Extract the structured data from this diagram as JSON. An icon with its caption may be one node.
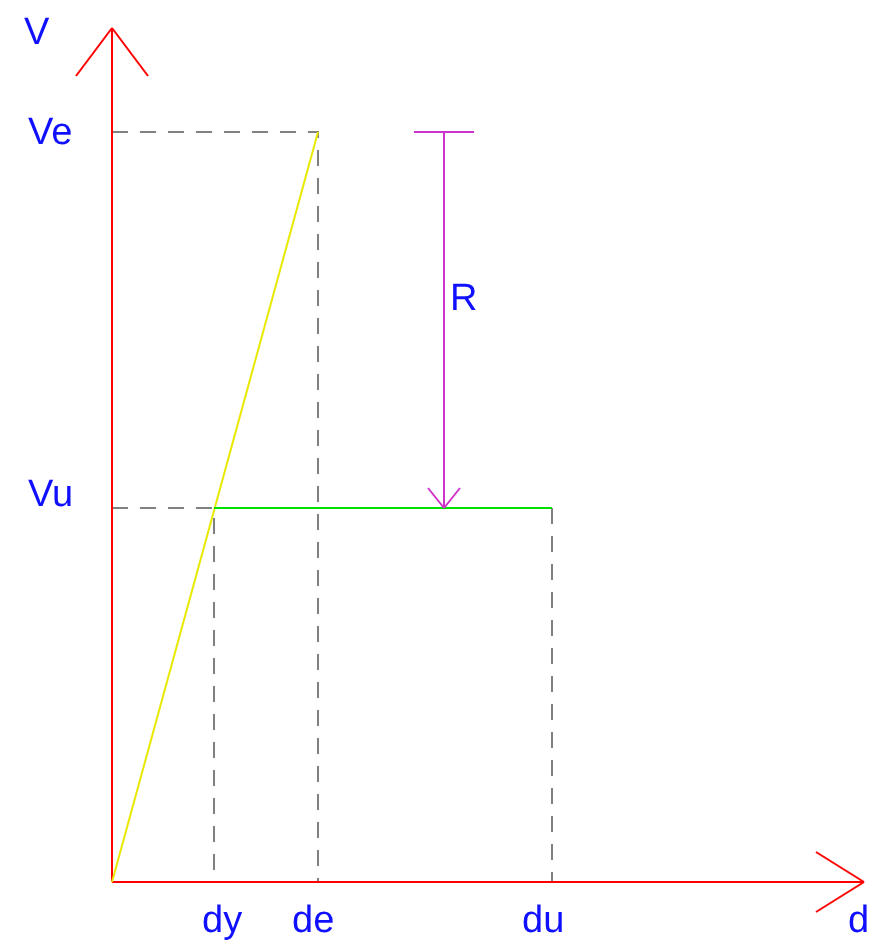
{
  "diagram": {
    "labels": [
      "V",
      "Ve",
      "R",
      "Vu",
      "d",
      "dy",
      "de",
      "du"
    ]
  }
}
